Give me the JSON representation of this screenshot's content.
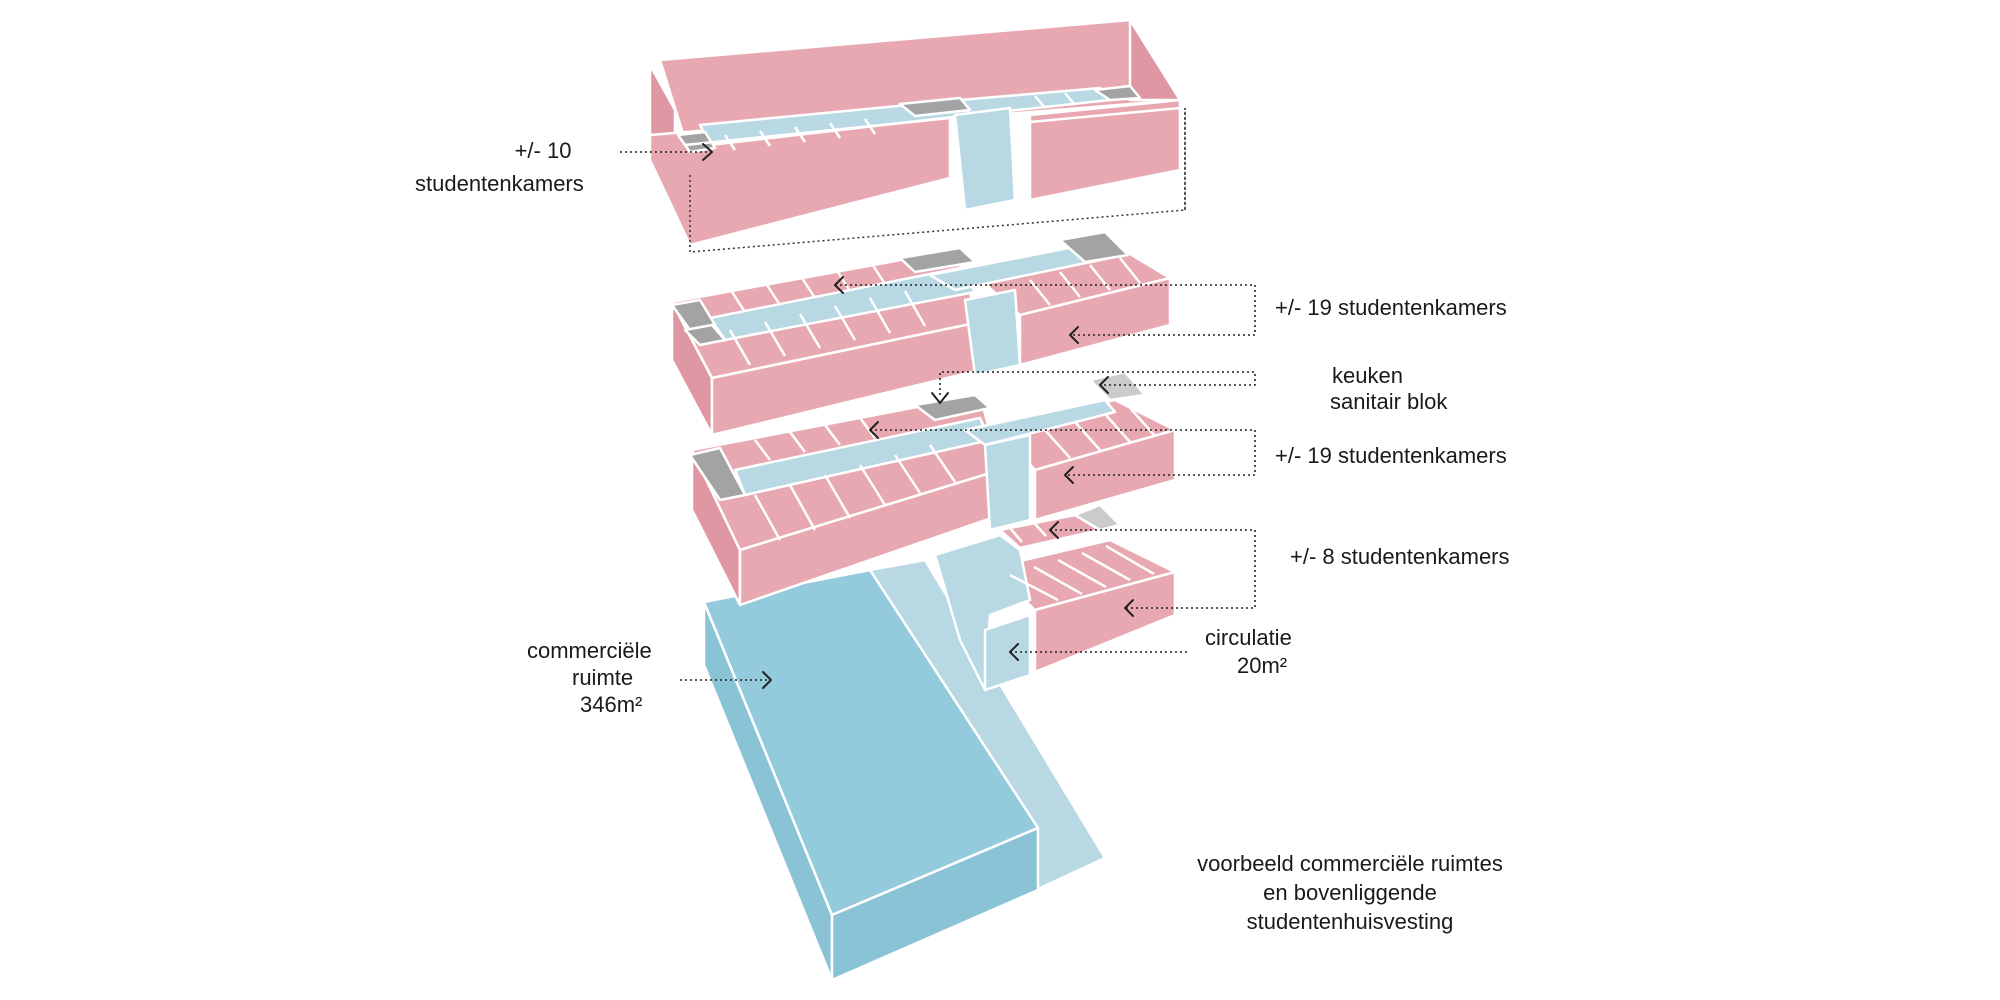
{
  "colors": {
    "room": "#e8a8b1",
    "room_light": "#ecb6be",
    "room_dark": "#df98a3",
    "circulation": "#b8d8e4",
    "commercial": "#93cadc",
    "commercial_side": "#8ac2d6",
    "service": "#a3a3a3",
    "service_light": "#cbcbcb",
    "outline": "#ffffff",
    "leader": "#222222"
  },
  "labels": {
    "attic_count": "+/- 10",
    "attic_rooms": "studentenkamers",
    "floor2_rooms": "+/- 19 studentenkamers",
    "kitchen": "keuken",
    "sanitary": "sanitair blok",
    "floor1_rooms": "+/- 19 studentenkamers",
    "ground_rooms": "+/- 8 studentenkamers",
    "circulation_title": "circulatie",
    "circulation_area": "20m²",
    "commercial_line1": "commerciële",
    "commercial_line2": "ruimte",
    "commercial_area": "346m²",
    "caption_line1": "voorbeeld commerciële ruimtes",
    "caption_line2": "en bovenliggende",
    "caption_line3": "studentenhuisvesting"
  }
}
